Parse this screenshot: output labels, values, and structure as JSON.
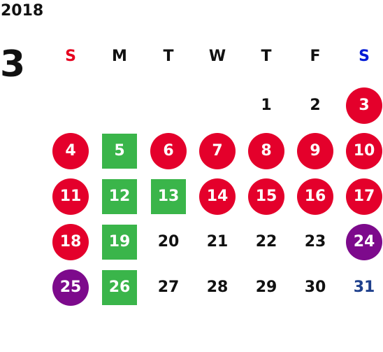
{
  "calendar": {
    "year": "2018",
    "month": "3",
    "weekdays": [
      {
        "label": "S",
        "color": "#e6001e"
      },
      {
        "label": "M",
        "color": "#111111"
      },
      {
        "label": "T",
        "color": "#111111"
      },
      {
        "label": "W",
        "color": "#111111"
      },
      {
        "label": "T",
        "color": "#111111"
      },
      {
        "label": "F",
        "color": "#111111"
      },
      {
        "label": "S",
        "color": "#0019d6"
      }
    ],
    "colors": {
      "red_circle": "#e4002b",
      "green_square": "#3ab54a",
      "purple_circle": "#7d0a8c",
      "blue_text": "#1e3f8c",
      "plain_text": "#111111"
    },
    "weeks": [
      [
        null,
        null,
        null,
        null,
        {
          "day": "1",
          "style": "plain"
        },
        {
          "day": "2",
          "style": "plain"
        },
        {
          "day": "3",
          "style": "red-circle"
        }
      ],
      [
        {
          "day": "4",
          "style": "red-circle"
        },
        {
          "day": "5",
          "style": "green-square"
        },
        {
          "day": "6",
          "style": "red-circle"
        },
        {
          "day": "7",
          "style": "red-circle"
        },
        {
          "day": "8",
          "style": "red-circle"
        },
        {
          "day": "9",
          "style": "red-circle"
        },
        {
          "day": "10",
          "style": "red-circle"
        }
      ],
      [
        {
          "day": "11",
          "style": "red-circle"
        },
        {
          "day": "12",
          "style": "green-square"
        },
        {
          "day": "13",
          "style": "green-square"
        },
        {
          "day": "14",
          "style": "red-circle"
        },
        {
          "day": "15",
          "style": "red-circle"
        },
        {
          "day": "16",
          "style": "red-circle"
        },
        {
          "day": "17",
          "style": "red-circle"
        }
      ],
      [
        {
          "day": "18",
          "style": "red-circle"
        },
        {
          "day": "19",
          "style": "green-square"
        },
        {
          "day": "20",
          "style": "plain"
        },
        {
          "day": "21",
          "style": "plain"
        },
        {
          "day": "22",
          "style": "plain"
        },
        {
          "day": "23",
          "style": "plain"
        },
        {
          "day": "24",
          "style": "purple-circle"
        }
      ],
      [
        {
          "day": "25",
          "style": "purple-circle"
        },
        {
          "day": "26",
          "style": "green-square"
        },
        {
          "day": "27",
          "style": "plain"
        },
        {
          "day": "28",
          "style": "plain"
        },
        {
          "day": "29",
          "style": "plain"
        },
        {
          "day": "30",
          "style": "plain"
        },
        {
          "day": "31",
          "style": "blue-text"
        }
      ]
    ]
  }
}
